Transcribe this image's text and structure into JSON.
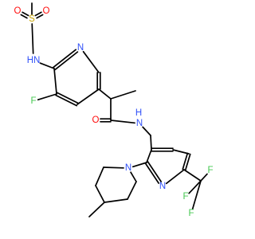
{
  "colors": {
    "bond": "#000000",
    "S": "#c8a400",
    "O": "#ff0d0d",
    "N": "#3050f8",
    "F": "#44c850"
  },
  "atoms": [
    {
      "id": "o1",
      "element": "O",
      "label": "O"
    },
    {
      "id": "s1",
      "element": "S",
      "label": "S"
    },
    {
      "id": "o2",
      "element": "O",
      "label": "O"
    },
    {
      "id": "nh1",
      "element": "N",
      "label": "HN"
    },
    {
      "id": "n1",
      "element": "N",
      "label": "N"
    },
    {
      "id": "f1",
      "element": "F",
      "label": "F"
    },
    {
      "id": "o3",
      "element": "O",
      "label": "O"
    },
    {
      "id": "nh2",
      "element": "N",
      "label": "N"
    },
    {
      "id": "h2",
      "element": "N",
      "label": "H"
    },
    {
      "id": "n2",
      "element": "N",
      "label": "N"
    },
    {
      "id": "n3",
      "element": "N",
      "label": "N"
    },
    {
      "id": "f2",
      "element": "F",
      "label": "F"
    },
    {
      "id": "f3",
      "element": "F",
      "label": "F"
    },
    {
      "id": "f4",
      "element": "F",
      "label": "F"
    }
  ]
}
